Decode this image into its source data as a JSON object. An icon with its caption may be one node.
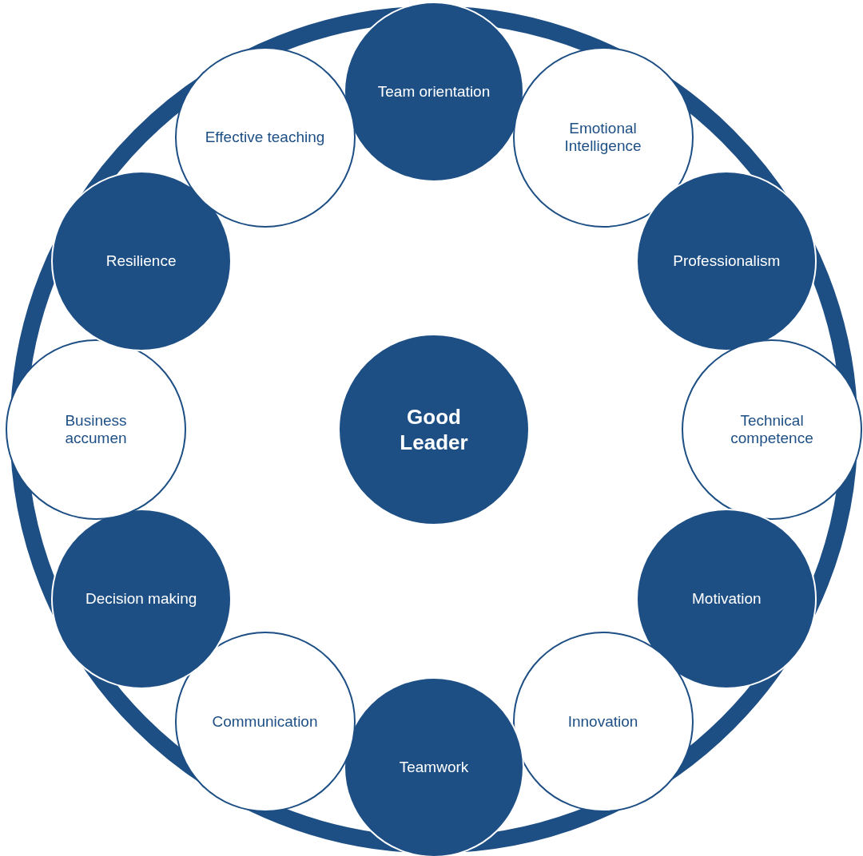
{
  "diagram": {
    "nodes": [
      {
        "text": [
          "Team orientation"
        ]
      },
      {
        "text": [
          "Emotional Intelligence"
        ]
      },
      {
        "text": [
          "Professionalism"
        ]
      },
      {
        "text": [
          "Technical competence"
        ]
      },
      {
        "text": [
          "Motivation"
        ]
      },
      {
        "text": [
          "Innovation"
        ]
      },
      {
        "text": [
          "Teamwork"
        ]
      },
      {
        "text": [
          "Communication"
        ]
      },
      {
        "text": [
          "Decision making"
        ]
      },
      {
        "text": [
          "Business accumen"
        ]
      },
      {
        "text": [
          "Resilience"
        ]
      },
      {
        "text": [
          "Effective teaching"
        ]
      },
      {
        "text": [
          "Good Leader"
        ]
      }
    ],
    "edges": []
  }
}
